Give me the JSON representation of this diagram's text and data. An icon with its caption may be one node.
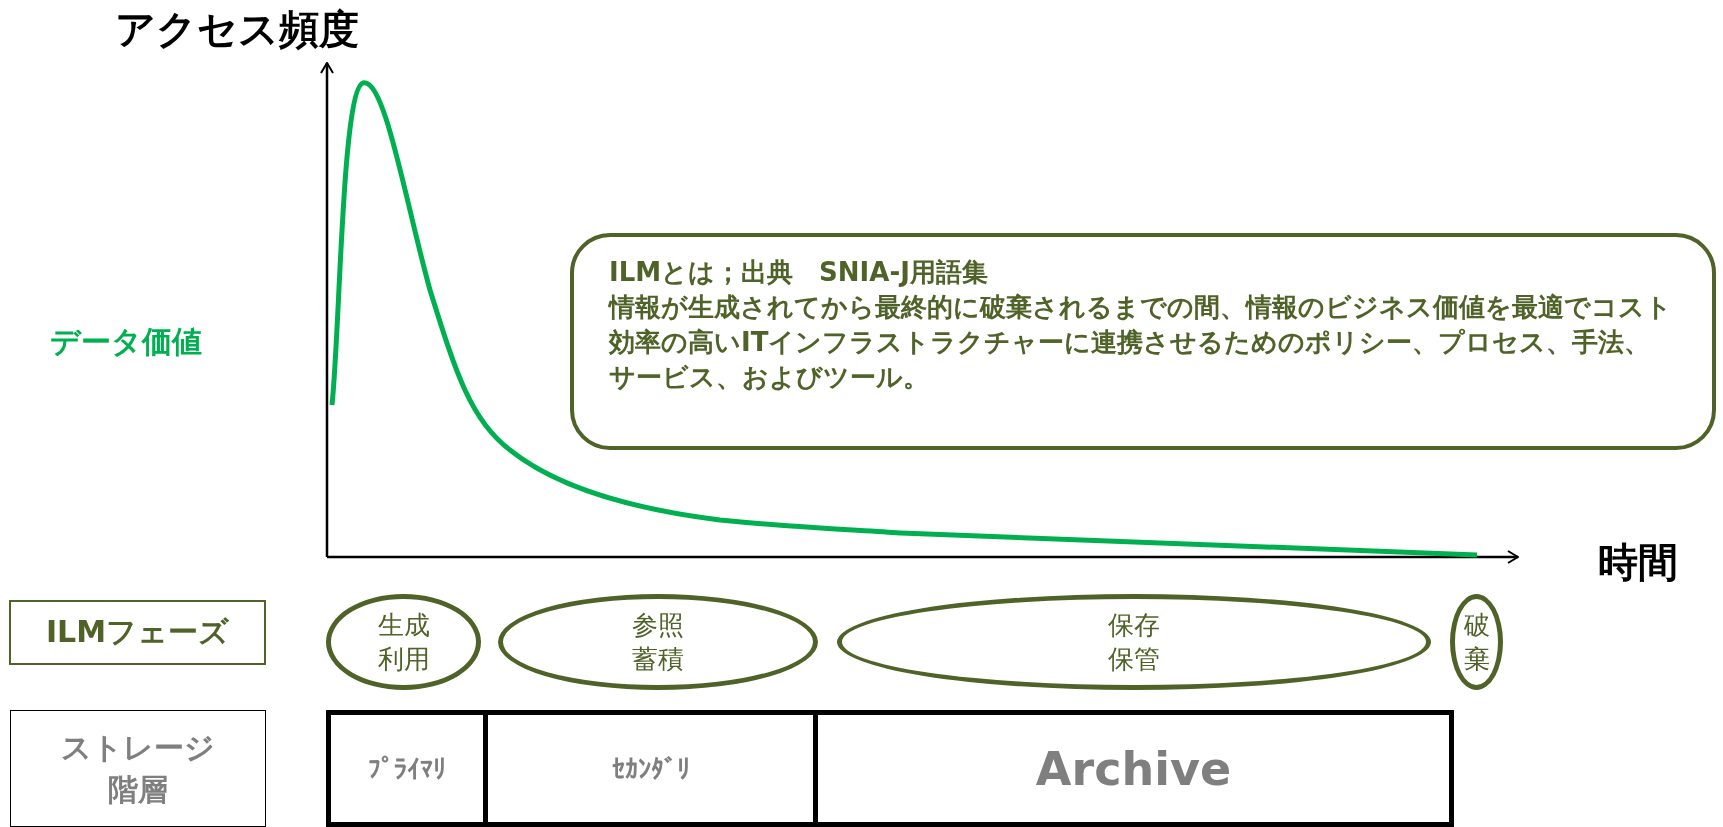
{
  "diagram": {
    "nodes": [
      {
        "text": [
          "ILMとは；出典　SNIA-J用語集",
          "情報が生成されてから最終的に破棄されるまでの間、情報のビジネス価値を最適でコスト効率の高いITインフラストラクチャーに連携させるためのポリシー、プロセス、手法、サービス、およびツール。"
        ]
      },
      {
        "text": [
          "ILMフェーズ"
        ]
      },
      {
        "text": [
          "生成利用"
        ]
      },
      {
        "text": [
          "参照蓄積"
        ]
      },
      {
        "text": [
          "保存保管"
        ]
      },
      {
        "text": [
          "破棄"
        ]
      },
      {
        "text": [
          "ストレージ階層"
        ]
      },
      {
        "text": [
          "ﾌﾟﾗｲﾏﾘ"
        ]
      },
      {
        "text": [
          "ｾｶﾝﾀﾞﾘ"
        ]
      },
      {
        "text": [
          "Archive"
        ]
      }
    ],
    "edges": [],
    "labels": [
      "アクセス頻度",
      "データ価値",
      "時間"
    ]
  }
}
